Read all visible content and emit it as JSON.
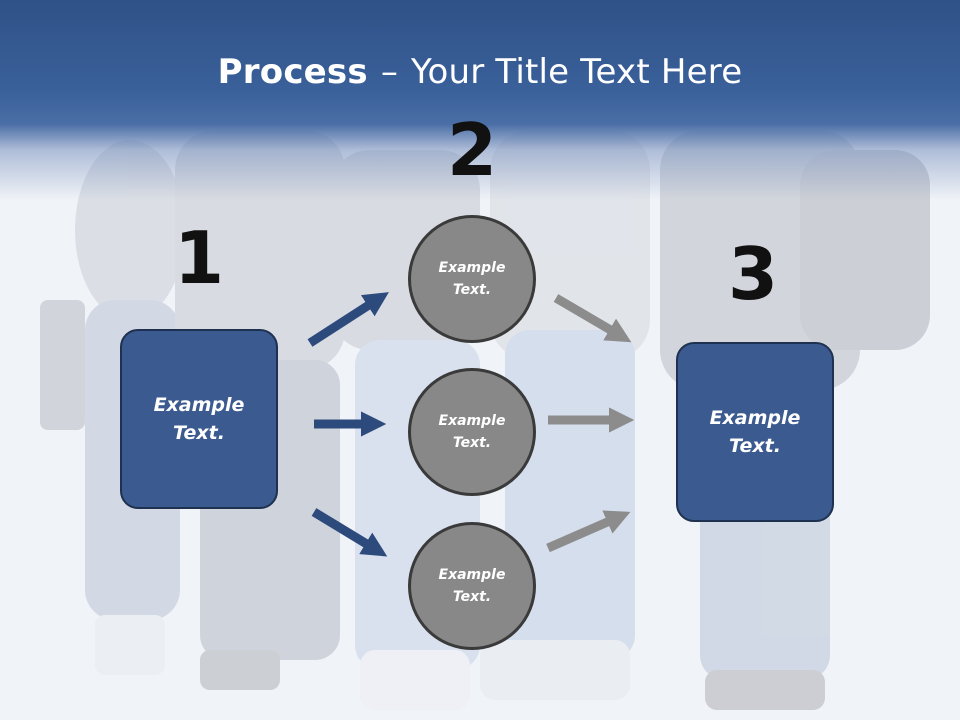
{
  "slide": {
    "title_bold": "Process",
    "title_separator": "–",
    "title_rest": "Your Title Text Here"
  },
  "steps": {
    "step1_number": "1",
    "step2_number": "2",
    "step3_number": "3"
  },
  "boxes": {
    "left_text": "Example\nText.",
    "right_text": "Example\nText."
  },
  "circles": {
    "top_text": "Example\nText.",
    "middle_text": "Example\nText.",
    "bottom_text": "Example\nText."
  },
  "colors": {
    "header": "#34568d",
    "box_fill": "#3b5a8f",
    "box_border": "#1f3150",
    "circle_fill": "#888888",
    "blue_arrow": "#2d4a7c",
    "gray_arrow": "#8c8c8c"
  },
  "background": {
    "description_icon": "group-of-students-photo"
  }
}
